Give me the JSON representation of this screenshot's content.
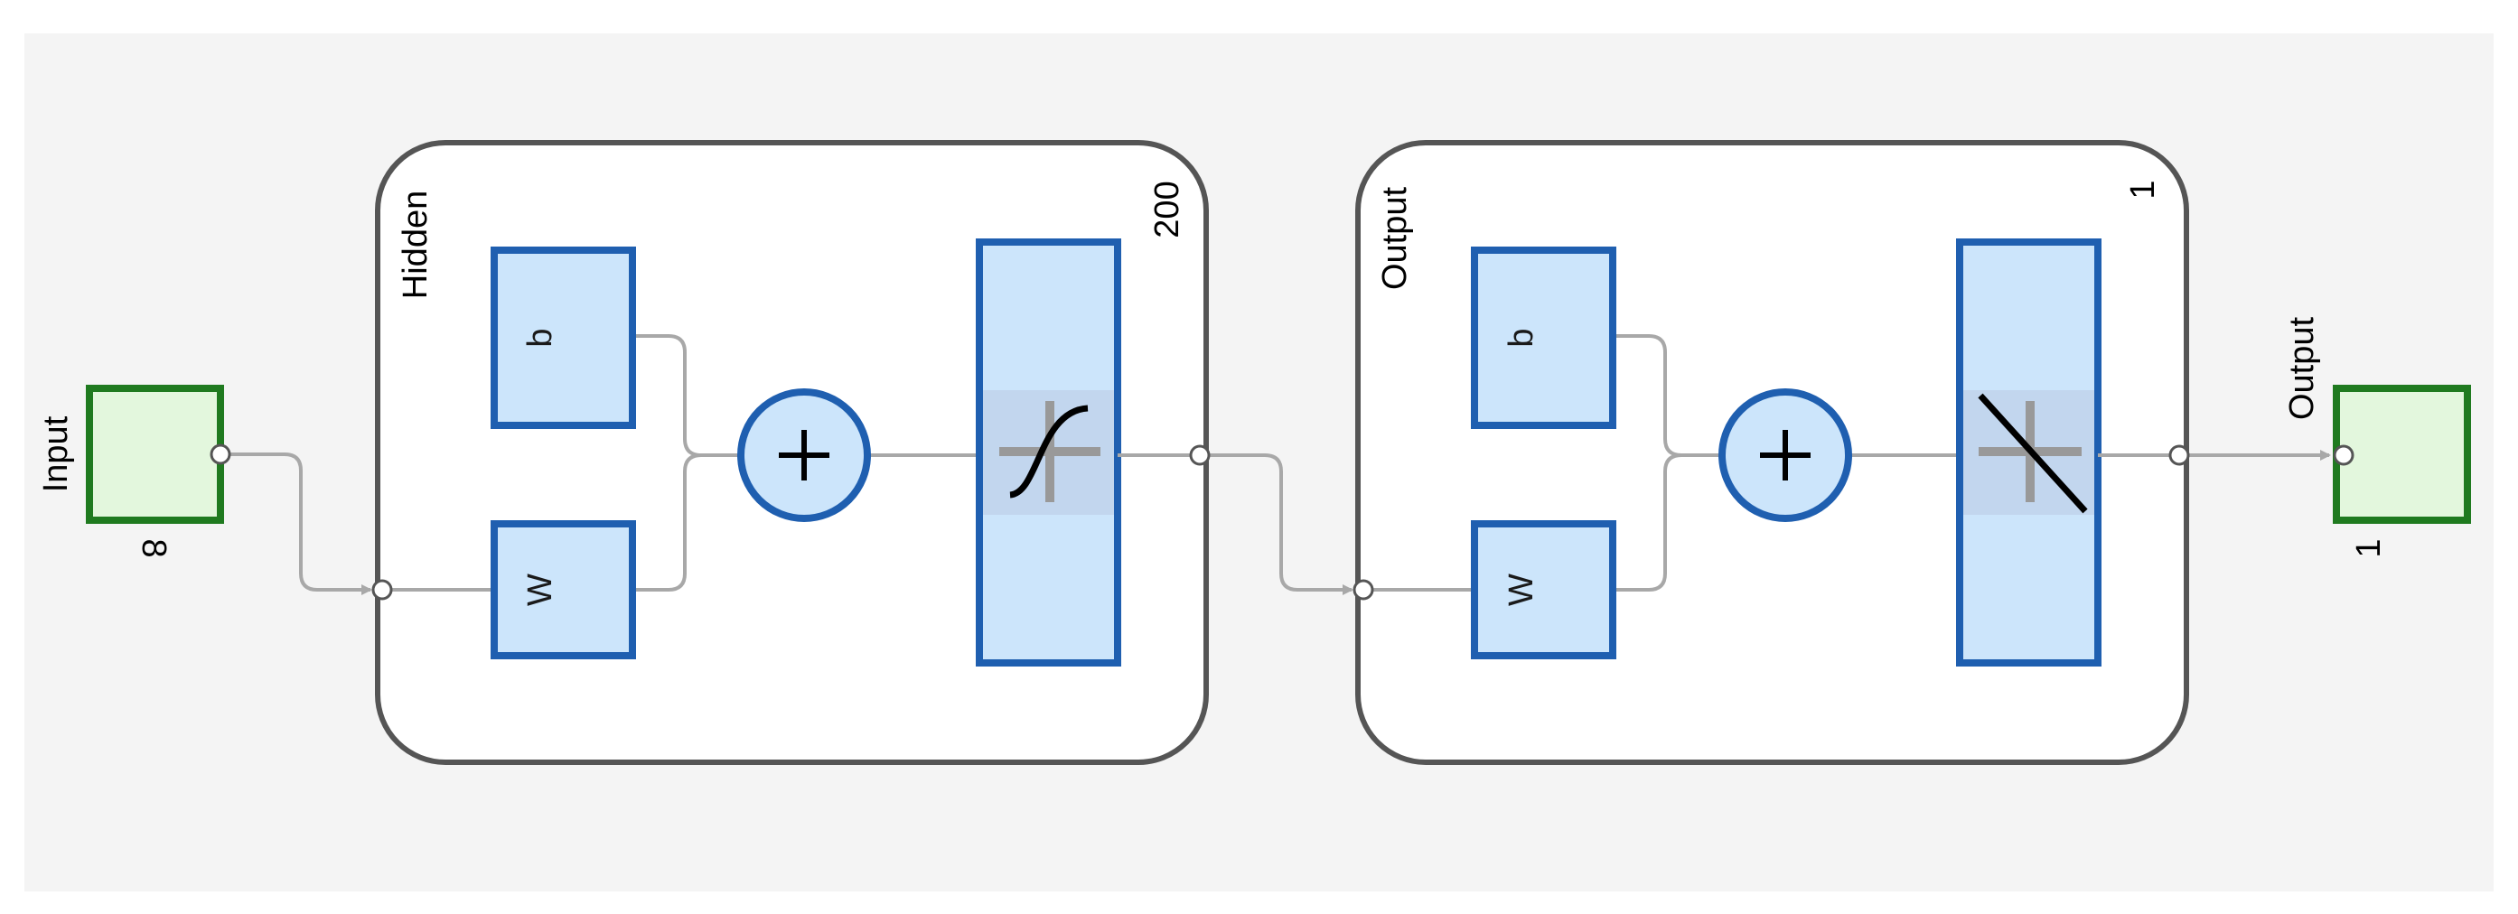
{
  "input": {
    "label": "Input",
    "size": "8"
  },
  "hidden": {
    "label": "Hidden",
    "size": "200",
    "bias_label": "b",
    "weight_label": "W",
    "transfer": "tansig-icon"
  },
  "output_layer": {
    "label": "Output",
    "size": "1",
    "bias_label": "b",
    "weight_label": "W",
    "transfer": "purelin-icon"
  },
  "output": {
    "label": "Output",
    "size": "1"
  },
  "colors": {
    "background": "#f4f4f4",
    "weight_fill": "#cce5fb",
    "weight_stroke": "#1f5fb0",
    "io_fill": "#e3f7dd",
    "io_stroke": "#1f7a1f",
    "wire": "#a8a8a8"
  }
}
